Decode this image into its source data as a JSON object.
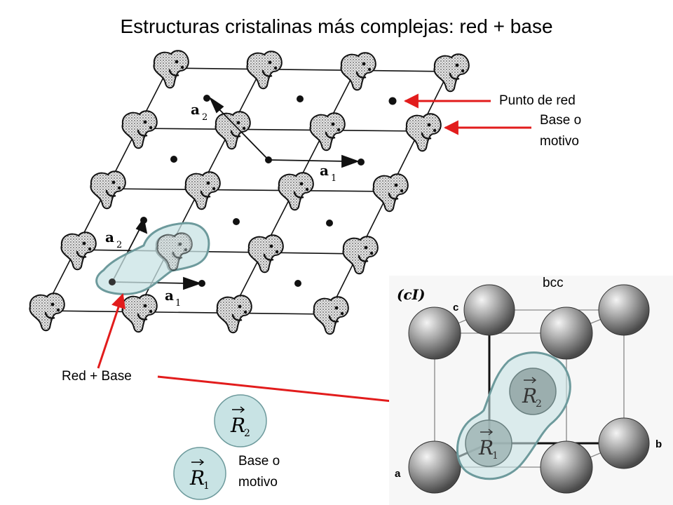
{
  "title": "Estructuras cristalinas más complejas: red + base",
  "lattice": {
    "vector_a1": "a",
    "vector_a1_sub": "1",
    "vector_a2": "a",
    "vector_a2_sub": "2"
  },
  "annotations": {
    "lattice_point": "Punto de red",
    "basis_line1": "Base o",
    "basis_line2": "motivo",
    "lattice_plus_basis": "Red + Base"
  },
  "bcc": {
    "panel_tag": "(cI)",
    "structure_name": "bcc",
    "axis_a": "a",
    "axis_b": "b",
    "axis_c": "c",
    "R1": "R",
    "R1_sub": "1",
    "R2": "R",
    "R2_sub": "2"
  },
  "legend": {
    "R1": "R",
    "R1_sub": "1",
    "R2": "R",
    "R2_sub": "2",
    "caption_line1": "Base o",
    "caption_line2": "motivo"
  },
  "colors": {
    "arrow_red": "#e21c1c",
    "basis_fill": "#c8e3e4",
    "basis_outline": "#6d9a9c",
    "sphere_gray": "#9a9a9a"
  }
}
